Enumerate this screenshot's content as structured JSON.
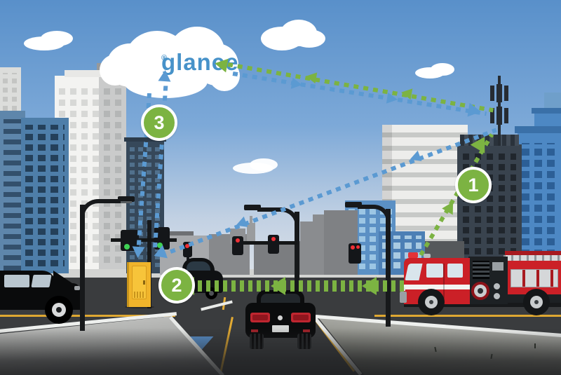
{
  "illustration": {
    "brand_cloud": {
      "name": "glance",
      "registered_mark": "®",
      "text_color": "#4792c9"
    },
    "step_badges": {
      "one": "1",
      "two": "2",
      "three": "3",
      "badge_color": "#7cb342"
    },
    "flow_colors": {
      "green_dashed": "#7cb342",
      "blue_dashed": "#5b9ad2"
    },
    "scene_colors": {
      "cabinet_yellow": "#f0b42b",
      "fire_truck_red": "#cb2027",
      "signal_red": "#f03036",
      "signal_green": "#3fd054",
      "sky_top": "#5990ca"
    }
  }
}
